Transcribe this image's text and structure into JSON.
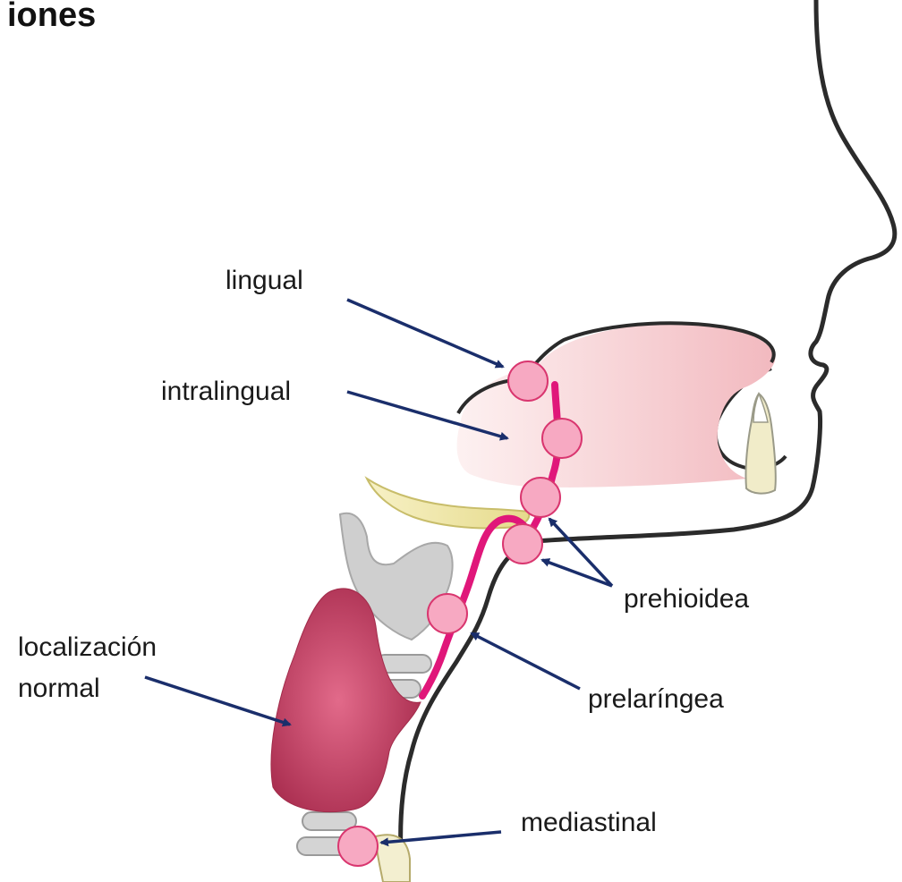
{
  "title": "iones",
  "labels": {
    "lingual": "lingual",
    "intralingual": "intralingual",
    "localizacion_line1": "localización",
    "localizacion_line2": "normal",
    "prehioidea": "prehioidea",
    "prelaringea": "prelaríngea",
    "mediastinal": "mediastinal"
  },
  "colors": {
    "outline": "#2b2b2b",
    "arrow": "#1a2e6b",
    "duct": "#e0177a",
    "node_fill": "#f7a9c2",
    "node_stroke": "#d9366f",
    "tongue": "#f5c9cd",
    "thyroid": "#b8365a",
    "hyoid": "#efe6a6",
    "cartilage": "#c9c9c9"
  }
}
